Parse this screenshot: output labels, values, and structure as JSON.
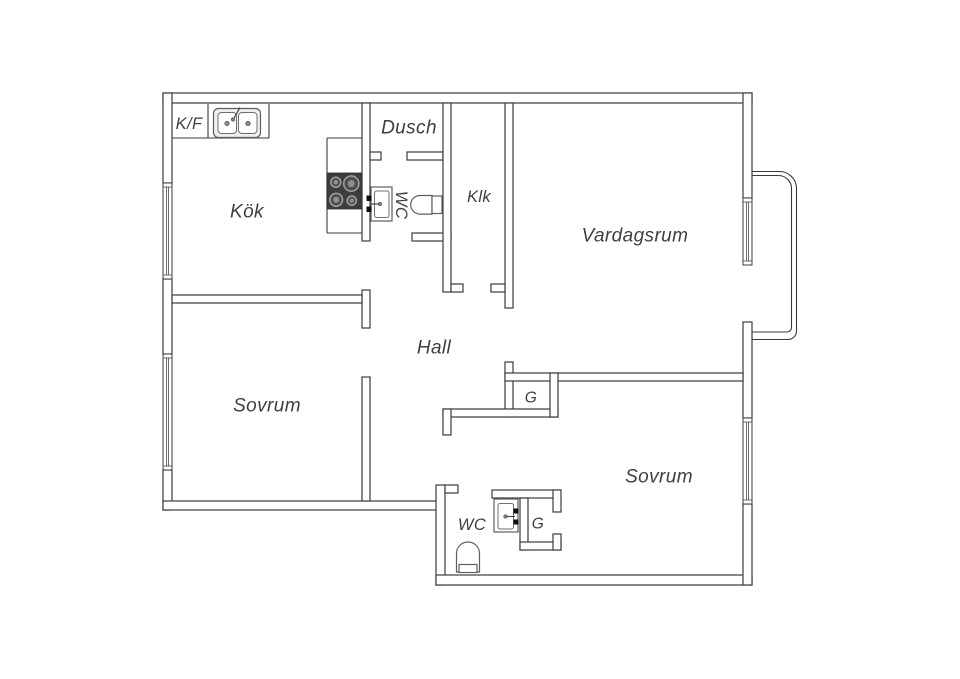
{
  "title": "Apartment floor plan",
  "colors": {
    "background": "#ffffff",
    "walls": "#3b3b3b",
    "labels": "#3f3f3f",
    "stove": "#3d3d3d"
  },
  "rooms": {
    "kf": "K/F",
    "kok": "Kök",
    "dusch": "Dusch",
    "wc_top": "WC",
    "klk": "Klk",
    "vardagsrum": "Vardagsrum",
    "hall": "Hall",
    "sovrum_left": "Sovrum",
    "garderob_top": "G",
    "sovrum_right": "Sovrum",
    "wc_bottom": "WC",
    "garderob_bottom": "G"
  },
  "fixtures": [
    "kitchen-sink-icon",
    "stove-icon",
    "bathroom-sink-icon",
    "toilet-icon",
    "window",
    "balcony"
  ]
}
